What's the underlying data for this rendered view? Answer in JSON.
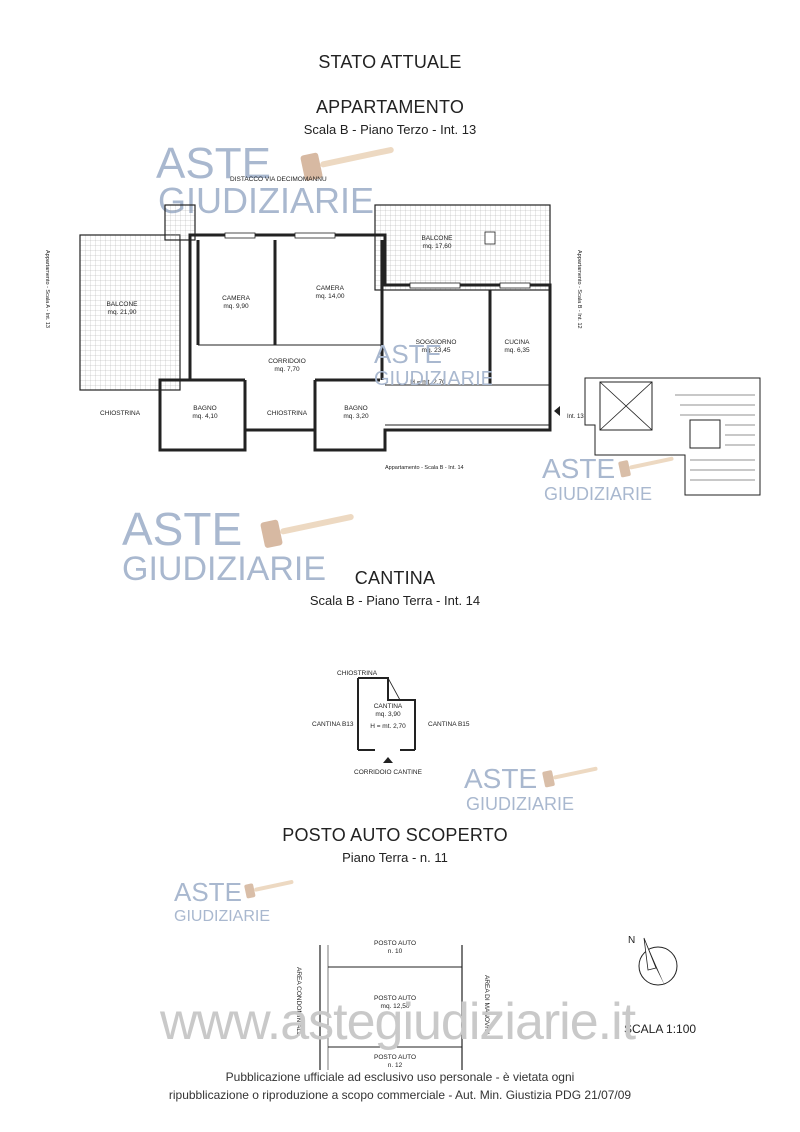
{
  "titles": {
    "stato": "STATO ATTUALE",
    "appartamento": "APPARTAMENTO",
    "appartamento_sub": "Scala B - Piano Terzo - Int. 13",
    "cantina": "CANTINA",
    "cantina_sub": "Scala B - Piano Terra - Int. 14",
    "posto_auto": "POSTO AUTO SCOPERTO",
    "posto_auto_sub": "Piano Terra - n. 11"
  },
  "plan_labels": {
    "distacco": "DISTACCO VIA DECIMOMANNU",
    "left_side": "Appartamento - Scala A - Int. 13",
    "right_side": "Appartamento - Scala B - Int. 12",
    "bottom": "Appartamento - Scala B - Int. 14",
    "int13": "Int. 13",
    "balcone_left": "BALCONE",
    "balcone_left_area": "mq. 21,90",
    "balcone_right": "BALCONE",
    "balcone_right_area": "mq. 17,60",
    "camera1": "CAMERA",
    "camera1_area": "mq. 9,90",
    "camera2": "CAMERA",
    "camera2_area": "mq. 14,00",
    "soggiorno": "SOGGIORNO",
    "soggiorno_area": "mq. 23,45",
    "cucina": "CUCINA",
    "cucina_area": "mq. 6,35",
    "corridoio": "CORRIDOIO",
    "corridoio_area": "mq. 7,70",
    "height": "H = mt. 2,70",
    "chiostrina_left": "CHIOSTRINA",
    "chiostrina_mid": "CHIOSTRINA",
    "bagno1": "BAGNO",
    "bagno1_area": "mq. 4,10",
    "bagno2": "BAGNO",
    "bagno2_area": "mq. 3,20"
  },
  "cantina_labels": {
    "chiostrina": "CHIOSTRINA",
    "cantina": "CANTINA",
    "area": "mq. 3,90",
    "height": "H = mt. 2,70",
    "left": "CANTINA B13",
    "right": "CANTINA B15",
    "corridoio": "CORRIDOIO CANTINE"
  },
  "parking_labels": {
    "pa10": "POSTO AUTO",
    "pa10_n": "n. 10",
    "pa11": "POSTO AUTO",
    "pa11_area": "mq. 12,50",
    "pa12": "POSTO AUTO",
    "pa12_n": "n. 12",
    "area_condominiale": "AREA CONDOMINIALE",
    "area_manovra": "AREA DI MANOVRA"
  },
  "compass": {
    "north": "N"
  },
  "scale": "SCALA 1:100",
  "watermark": {
    "line1": "ASTE",
    "line2": "GIUDIZIARIE"
  },
  "site_watermark": "www.astegiudiziarie.it",
  "footer": {
    "line1": "Pubblicazione ufficiale ad esclusivo uso personale - è vietata ogni",
    "line2": "ripubblicazione o riproduzione a scopo commerciale - Aut. Min. Giustizia PDG 21/07/09"
  }
}
